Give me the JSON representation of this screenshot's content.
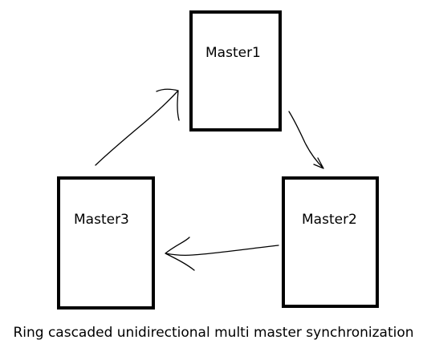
{
  "diagram": {
    "nodes": [
      {
        "id": "master1",
        "label": "Master1"
      },
      {
        "id": "master2",
        "label": "Master2"
      },
      {
        "id": "master3",
        "label": "Master3"
      }
    ],
    "edges": [
      {
        "from": "master1",
        "to": "master2"
      },
      {
        "from": "master2",
        "to": "master3"
      },
      {
        "from": "master3",
        "to": "master1"
      }
    ],
    "caption": "Ring cascaded unidirectional multi master synchronization"
  },
  "colors": {
    "stroke": "#000000",
    "background": "#ffffff"
  }
}
